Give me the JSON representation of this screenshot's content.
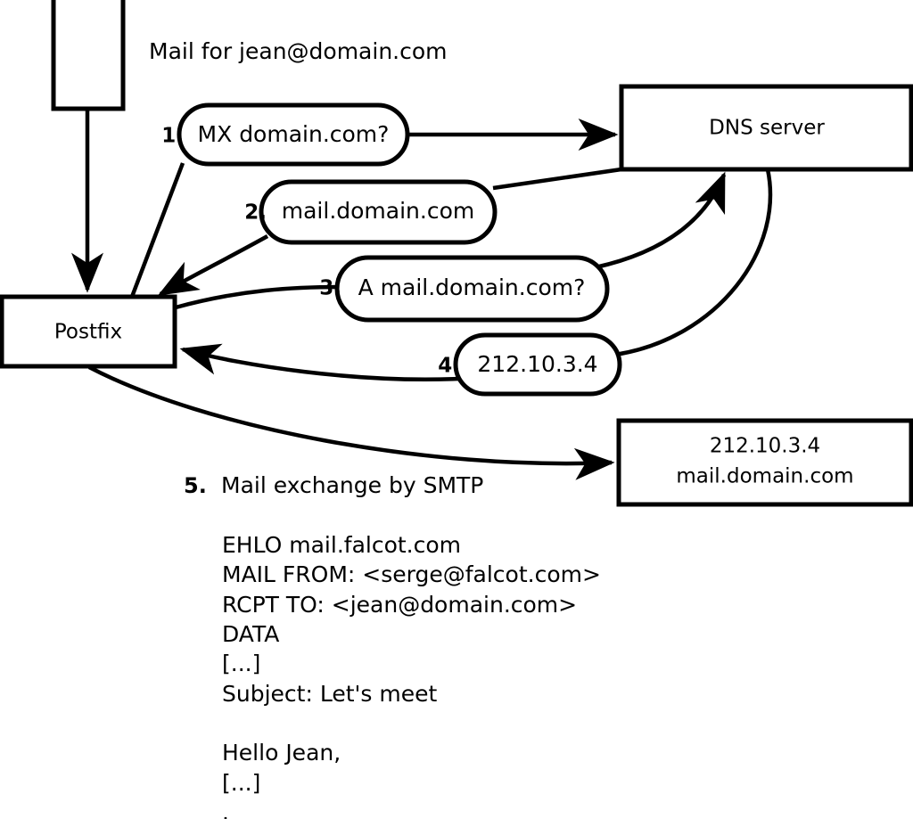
{
  "diagram": {
    "title_note": "Mail for jean@domain.com",
    "nodes": [
      {
        "id": "sender",
        "label": ""
      },
      {
        "id": "postfix",
        "label": "Postfix"
      },
      {
        "id": "dns",
        "label": "DNS server"
      },
      {
        "id": "target_ip",
        "label_line1": "212.10.3.4",
        "label_line2": "mail.domain.com"
      }
    ],
    "steps": [
      {
        "number": "1.",
        "label": "MX domain.com?"
      },
      {
        "number": "2.",
        "label": "mail.domain.com"
      },
      {
        "number": "3.",
        "label": "A mail.domain.com?"
      },
      {
        "number": "4.",
        "label": "212.10.3.4"
      }
    ],
    "step5": {
      "number": "5.",
      "label": "Mail exchange by SMTP"
    },
    "transcript": [
      "EHLO mail.falcot.com",
      "MAIL FROM: <serge@falcot.com>",
      "RCPT TO: <jean@domain.com>",
      "DATA",
      "[...]",
      "Subject: Let's meet",
      "",
      "Hello Jean,",
      "[...]",
      "",
      "."
    ],
    "colors": {
      "stroke": "#000000",
      "fill": "#ffffff",
      "text": "#000000"
    }
  }
}
